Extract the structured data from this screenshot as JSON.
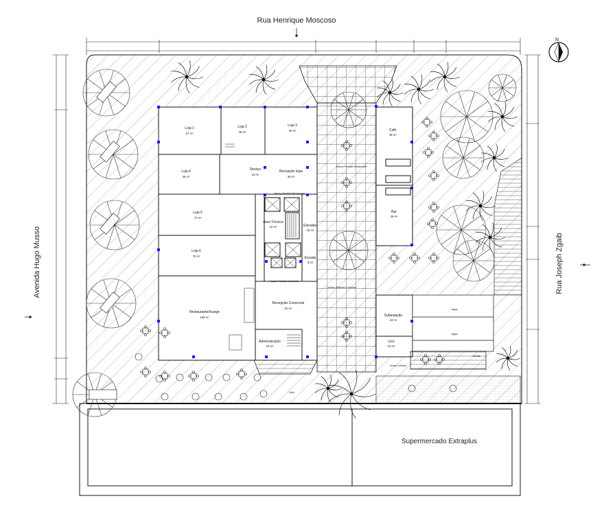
{
  "streets": {
    "north": "Rua Henrique Moscoso",
    "west": "Avenida Hugo Musso",
    "east": "Rua Joseph Zgaib"
  },
  "neighbor": {
    "label": "Supermercado Extraplus"
  },
  "north_arrow": {
    "label": "N"
  },
  "rooms": {
    "loja1": {
      "name": "Loja 1",
      "area": "57 m²"
    },
    "loja2": {
      "name": "Loja 2",
      "area": "36 m²"
    },
    "loja3": {
      "name": "Loja 3",
      "area": "49 m²"
    },
    "loja4": {
      "name": "Loja 4",
      "area": "46 m²"
    },
    "loja5": {
      "name": "Loja 5",
      "area": "77 m²"
    },
    "loja6": {
      "name": "Loja 6",
      "area": "76 m²"
    },
    "servico": {
      "name": "Serviço",
      "area": "15 m²"
    },
    "recepcao_lojas": {
      "name": "Recepção lojas",
      "area": "38 m²"
    },
    "area_tecnica": {
      "name": "Área Técnica",
      "area": "16 m²"
    },
    "elevador": {
      "name": "Elevador",
      "area": "16 m²"
    },
    "escada": {
      "name": "Escada",
      "area": "8 m²"
    },
    "restaurante": {
      "name": "Restaurante/lounge",
      "area": "158 m²"
    },
    "recepcao_comercial": {
      "name": "Recepção Comercial",
      "area": "81 m²"
    },
    "administracao": {
      "name": "Administração",
      "area": "15 m²"
    },
    "cafe": {
      "name": "Café",
      "area": "49 m²"
    },
    "bar": {
      "name": "Bar",
      "area": "49 m²"
    },
    "subestacao": {
      "name": "Subestação",
      "area": "24 m²"
    },
    "lixo": {
      "name": "Lixo",
      "area": "10 m²"
    },
    "vagas_1": {
      "name": "Vagas"
    },
    "vagas_2": {
      "name": "Vagas"
    },
    "guarita": {
      "name": "Guarita"
    },
    "deck": {
      "name": "Deck"
    }
  },
  "notes": {
    "acesso_pedestre_restaurante": "Acesso Pedestre Restaurante",
    "acesso_pedestre_comercial": "Acesso Pedestre Comercial",
    "acesso_pedestre_restaurante_2": "Acesso Pedestre Restaurante",
    "acesso_pedestre_comercial_2": "Acesso Pedestre Comercial",
    "acesso_subsolo": "Acesso Subsolo"
  },
  "colors": {
    "line": "#111111",
    "hatch": "#9a9a9a",
    "column": "#1a1aff",
    "tree": "#333333"
  }
}
